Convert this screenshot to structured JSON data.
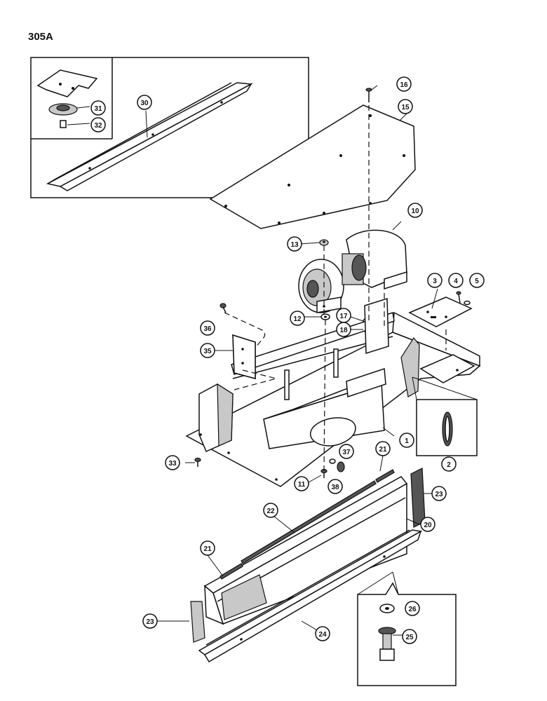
{
  "page_title": "305A",
  "callouts": [
    {
      "id": "c1",
      "label": "1"
    },
    {
      "id": "c2",
      "label": "2"
    },
    {
      "id": "c3",
      "label": "3"
    },
    {
      "id": "c4",
      "label": "4"
    },
    {
      "id": "c5",
      "label": "5"
    },
    {
      "id": "c10",
      "label": "10"
    },
    {
      "id": "c11",
      "label": "11"
    },
    {
      "id": "c12",
      "label": "12"
    },
    {
      "id": "c13",
      "label": "13"
    },
    {
      "id": "c15",
      "label": "15"
    },
    {
      "id": "c16",
      "label": "16"
    },
    {
      "id": "c17",
      "label": "17"
    },
    {
      "id": "c18",
      "label": "18"
    },
    {
      "id": "c20",
      "label": "20"
    },
    {
      "id": "c21a",
      "label": "21"
    },
    {
      "id": "c21b",
      "label": "21"
    },
    {
      "id": "c22",
      "label": "22"
    },
    {
      "id": "c23a",
      "label": "23"
    },
    {
      "id": "c23b",
      "label": "23"
    },
    {
      "id": "c24",
      "label": "24"
    },
    {
      "id": "c25",
      "label": "25"
    },
    {
      "id": "c26",
      "label": "26"
    },
    {
      "id": "c30",
      "label": "30"
    },
    {
      "id": "c31",
      "label": "31"
    },
    {
      "id": "c32",
      "label": "32"
    },
    {
      "id": "c33",
      "label": "33"
    },
    {
      "id": "c35",
      "label": "35"
    },
    {
      "id": "c36",
      "label": "36"
    },
    {
      "id": "c37",
      "label": "37"
    },
    {
      "id": "c38",
      "label": "38"
    }
  ]
}
